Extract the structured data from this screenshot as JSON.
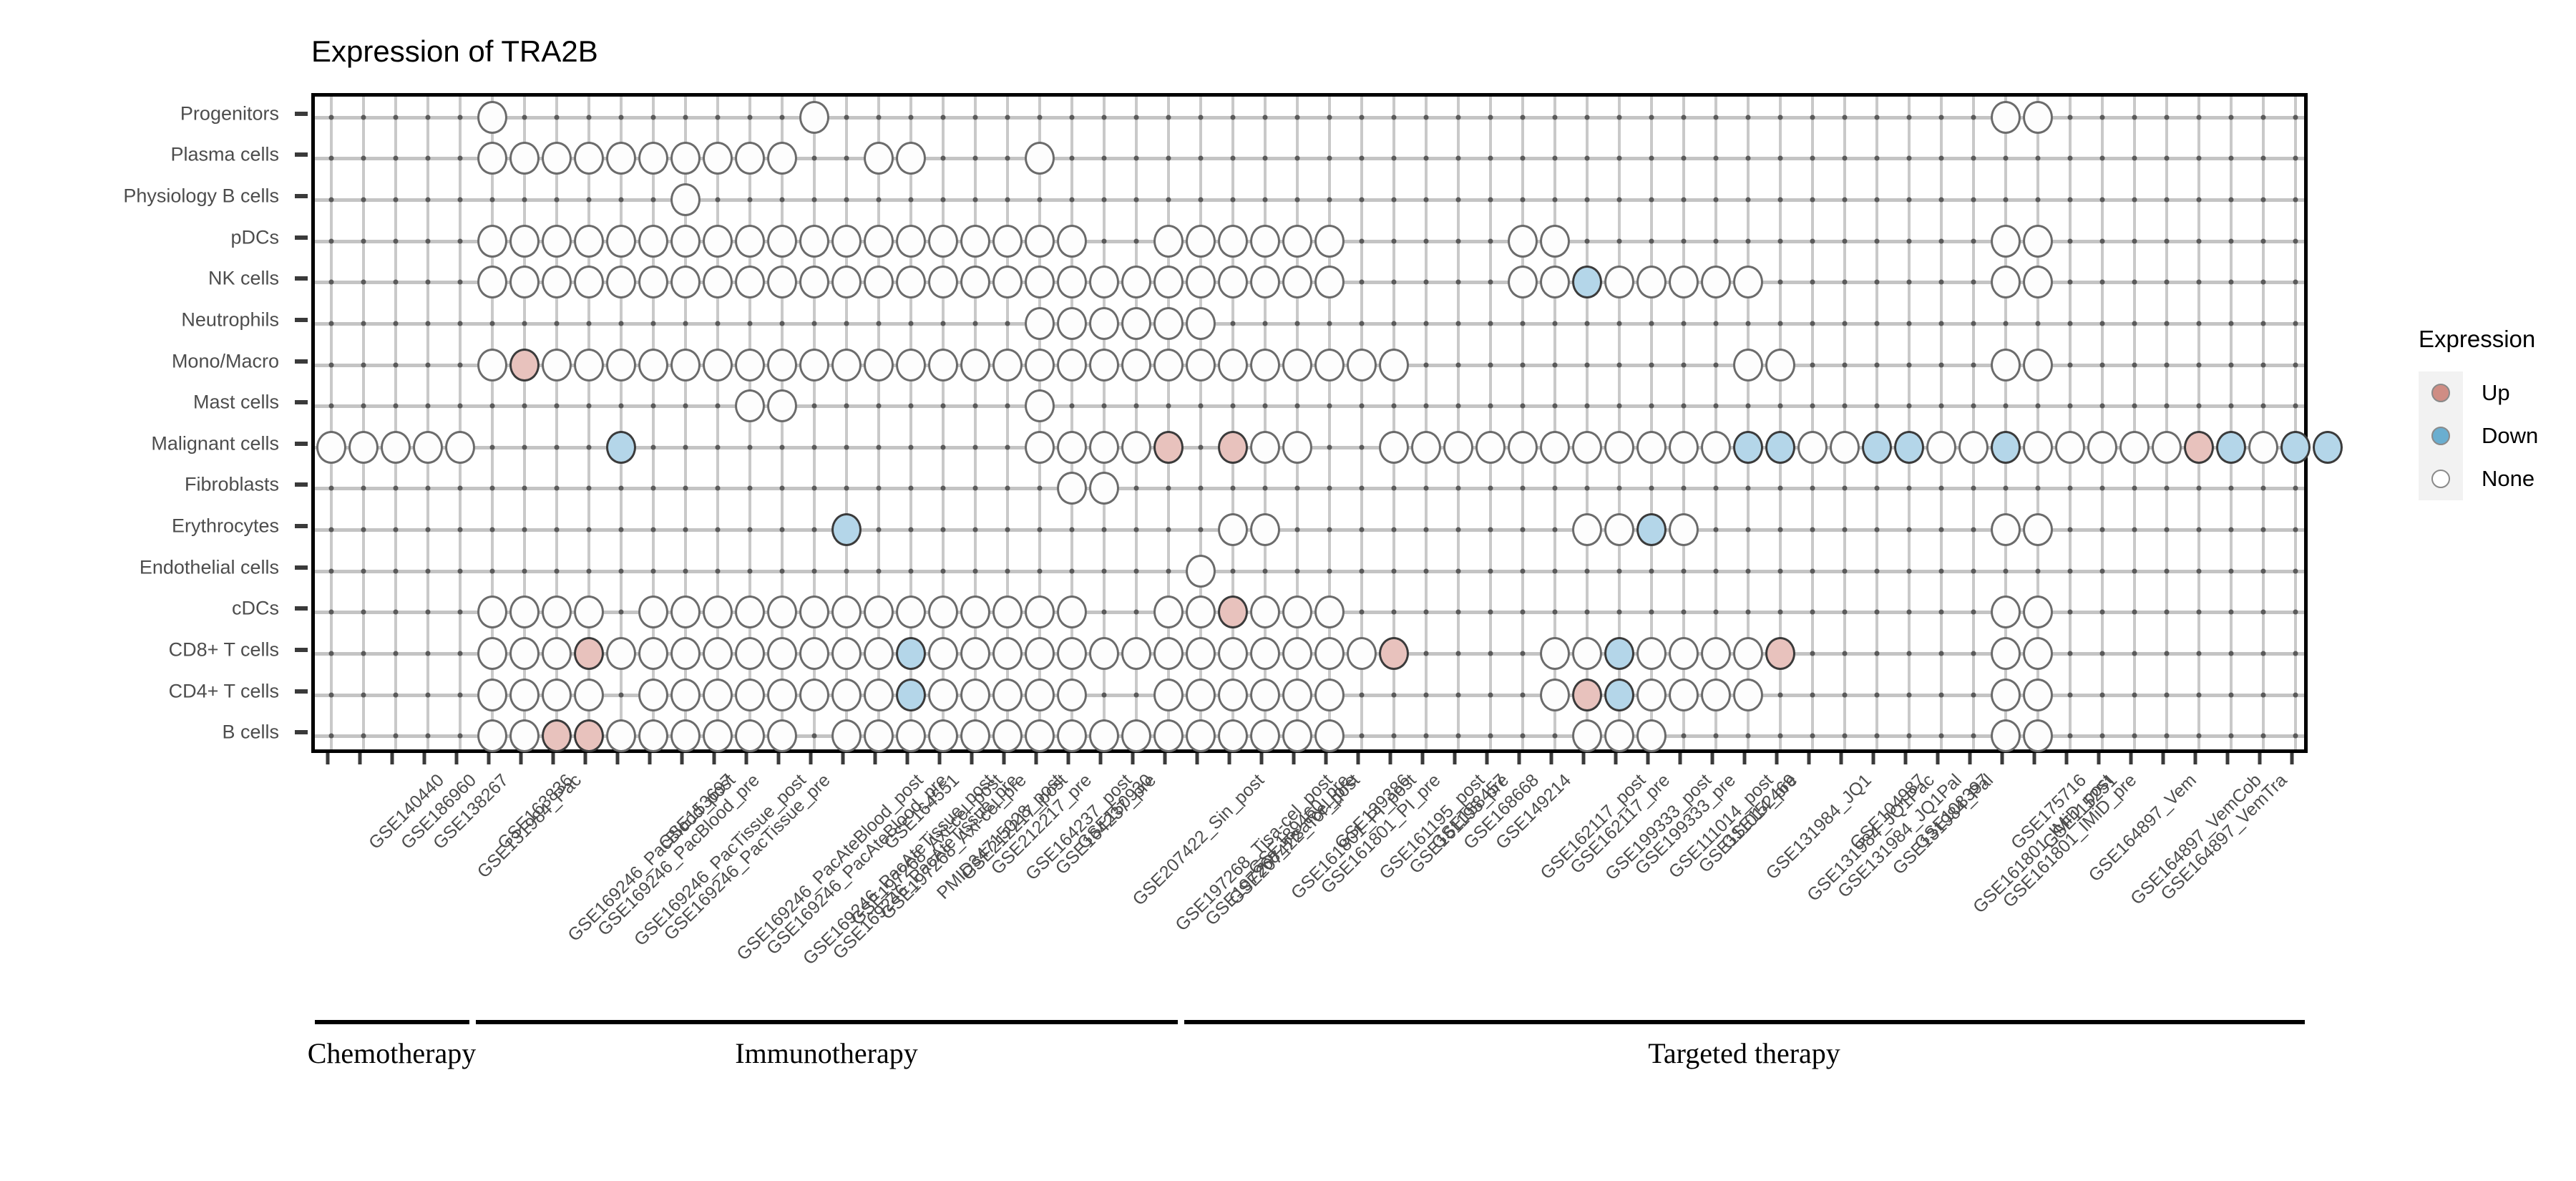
{
  "title": "Expression of TRA2B",
  "legend": {
    "title": "Expression",
    "items": [
      {
        "label": "Up",
        "key": "up",
        "color": "#cf8d84"
      },
      {
        "label": "Down",
        "key": "down",
        "color": "#6aaed0"
      },
      {
        "label": "None",
        "key": "none",
        "color": "#ffffff"
      }
    ]
  },
  "therapy_groups": [
    {
      "label": "Chemotherapy",
      "start": 0,
      "end": 4
    },
    {
      "label": "Immunotherapy",
      "start": 5,
      "end": 26
    },
    {
      "label": "Targeted therapy",
      "start": 27,
      "end": 61
    }
  ],
  "chart_data": {
    "type": "heatmap",
    "title": "Expression of TRA2B",
    "xlabel": "",
    "ylabel": "",
    "grid": true,
    "legend_position": "right",
    "value_levels": [
      "Up",
      "Down",
      "None"
    ],
    "ytick_labels": [
      "Progenitors",
      "Plasma cells",
      "Physiology B cells",
      "pDCs",
      "NK cells",
      "Neutrophils",
      "Mono/Macro",
      "Mast cells",
      "Malignant cells",
      "Fibroblasts",
      "Erythrocytes",
      "Endothelial cells",
      "cDCs",
      "CD8+ T cells",
      "CD4+ T cells",
      "B cells"
    ],
    "xtick_labels": [
      "GSE140440",
      "GSE186960",
      "GSE138267",
      "GSE131984_Pac",
      "GSE163836",
      "GSE169246_PacBlood_post",
      "GSE169246_PacBlood_pre",
      "GSE169246_PacTissue_post",
      "GSE169246_PacTissue_pre",
      "GSE153697",
      "GSE169246_PacAteBlood_post",
      "GSE169246_PacAteBlood_pre",
      "GSE169246_PacAteTissue_post",
      "GSE169246_PacAteTissue_pre",
      "GSE197268_Axi-cel_post",
      "GSE197268_Axi-cel_pre",
      "GSE164551",
      "PMID34715028_post",
      "GSE212217_post",
      "GSE212217_pre",
      "GSE164237_post",
      "GSE164237_pre",
      "GSE150930",
      "GSE207422_Sin_post",
      "GSE197268_Tisa-cel_post",
      "GSE197268_Tisa-cel_pre",
      "GSE207422_Tor_post",
      "GSE189460_pre",
      "GSE161801_PI_post",
      "GSE161801_PI_pre",
      "GSE139386",
      "GSE161195_post",
      "GSE161195_pre",
      "GSE158457",
      "GSE168668",
      "GSE149214",
      "GSE162117_post",
      "GSE162117_pre",
      "GSE199333_post",
      "GSE199333_pre",
      "GSE111014_post",
      "GSE111014_pre",
      "GSE152469",
      "GSE131984_JQ1",
      "GSE131984_JQ1Pac",
      "GSE131984_JQ1Pal",
      "GSE104987",
      "GSE131984_Pal",
      "GSE108397",
      "GSE161801_IMiD_post",
      "GSE161801_IMiD_pre",
      "GSE175716",
      "GSE115251",
      "GSE164897_Vem",
      "GSE164897_VemCob",
      "GSE164897_VemTra"
    ],
    "points": [
      {
        "row": 0,
        "cols_none": [
          5,
          15,
          52,
          53
        ]
      },
      {
        "row": 1,
        "cols_none": [
          5,
          6,
          7,
          8,
          9,
          10,
          11,
          12,
          13,
          14,
          17,
          18,
          22
        ]
      },
      {
        "row": 2,
        "cols_none": [
          11
        ]
      },
      {
        "row": 3,
        "cols_none": [
          5,
          6,
          7,
          8,
          9,
          10,
          11,
          12,
          13,
          14,
          15,
          16,
          17,
          18,
          19,
          20,
          21,
          22,
          23,
          26,
          27,
          28,
          29,
          30,
          31,
          37,
          38,
          52,
          53
        ]
      },
      {
        "row": 4,
        "cols_none": [
          5,
          6,
          7,
          8,
          9,
          10,
          11,
          12,
          13,
          14,
          15,
          16,
          17,
          18,
          19,
          20,
          21,
          22,
          23,
          24,
          25,
          26,
          27,
          28,
          29,
          30,
          31,
          37,
          38,
          40,
          41,
          42,
          43,
          44,
          52,
          53
        ],
        "cols_down": [
          39
        ]
      },
      {
        "row": 5,
        "cols_none": [
          22,
          23,
          24,
          25,
          26,
          27
        ]
      },
      {
        "row": 6,
        "cols_none": [
          5,
          7,
          8,
          9,
          10,
          11,
          12,
          13,
          14,
          15,
          16,
          17,
          18,
          19,
          20,
          21,
          22,
          23,
          24,
          25,
          26,
          27,
          28,
          29,
          30,
          31,
          32,
          33,
          44,
          45,
          52,
          53
        ],
        "cols_up": [
          6
        ]
      },
      {
        "row": 7,
        "cols_none": [
          13,
          14,
          22
        ]
      },
      {
        "row": 8,
        "cols_none": [
          0,
          1,
          2,
          3,
          4,
          22,
          23,
          24,
          25,
          29,
          30,
          33,
          34,
          35,
          36,
          37,
          38,
          39,
          40,
          41,
          42,
          43,
          46,
          47,
          50,
          51,
          53,
          54,
          55,
          56,
          57,
          60
        ],
        "cols_up": [
          26,
          28,
          58
        ],
        "cols_down": [
          9,
          44,
          45,
          48,
          49,
          52,
          59,
          61,
          62
        ]
      },
      {
        "row": 9,
        "cols_none": [
          23,
          24
        ]
      },
      {
        "row": 10,
        "cols_none": [
          28,
          29,
          39,
          40,
          42,
          52,
          53
        ],
        "cols_down": [
          16,
          41
        ]
      },
      {
        "row": 11,
        "cols_none": [
          27
        ]
      },
      {
        "row": 12,
        "cols_none": [
          5,
          6,
          7,
          8,
          10,
          11,
          12,
          13,
          14,
          15,
          16,
          17,
          18,
          19,
          20,
          21,
          22,
          23,
          26,
          27,
          29,
          30,
          31,
          52,
          53
        ],
        "cols_up": [
          28
        ]
      },
      {
        "row": 13,
        "cols_none": [
          5,
          6,
          7,
          9,
          10,
          11,
          12,
          13,
          14,
          15,
          16,
          17,
          19,
          20,
          21,
          22,
          23,
          24,
          25,
          26,
          27,
          28,
          29,
          30,
          31,
          32,
          38,
          39,
          41,
          42,
          43,
          44,
          52,
          53
        ],
        "cols_up": [
          8,
          33,
          45
        ],
        "cols_down": [
          18,
          40
        ]
      },
      {
        "row": 14,
        "cols_none": [
          5,
          6,
          7,
          8,
          10,
          11,
          12,
          13,
          14,
          15,
          16,
          17,
          19,
          20,
          21,
          22,
          23,
          26,
          27,
          28,
          29,
          30,
          31,
          38,
          41,
          42,
          43,
          44,
          52,
          53
        ],
        "cols_up": [
          39
        ],
        "cols_down": [
          18,
          40
        ]
      },
      {
        "row": 15,
        "cols_none": [
          5,
          6,
          9,
          10,
          11,
          12,
          13,
          14,
          16,
          17,
          18,
          19,
          20,
          21,
          22,
          23,
          24,
          25,
          26,
          27,
          28,
          29,
          30,
          31,
          39,
          40,
          41,
          52,
          53
        ],
        "cols_up": [
          7,
          8
        ]
      }
    ]
  }
}
